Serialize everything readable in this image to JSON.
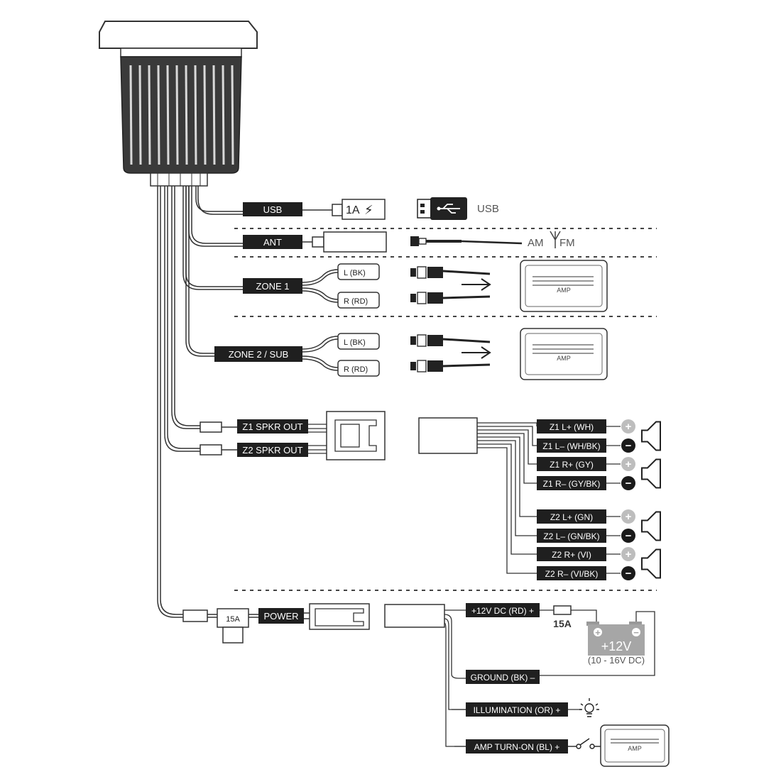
{
  "connectors": {
    "usb": "USB",
    "ant": "ANT",
    "zone1": "ZONE 1",
    "zone2": "ZONE 2 / SUB",
    "z1_spkr": "Z1 SPKR OUT",
    "z2_spkr": "Z2 SPKR OUT",
    "power": "POWER"
  },
  "usb": {
    "rating": "1A",
    "device_label": "USB"
  },
  "antenna": {
    "am": "AM",
    "fm": "FM"
  },
  "rca": {
    "left": "L (BK)",
    "right": "R (RD)"
  },
  "amp_label": "AMP",
  "speaker_wires": [
    {
      "label": "Z1 L+ (WH)",
      "polarity": "+"
    },
    {
      "label": "Z1 L– (WH/BK)",
      "polarity": "−"
    },
    {
      "label": "Z1 R+ (GY)",
      "polarity": "+"
    },
    {
      "label": "Z1 R– (GY/BK)",
      "polarity": "−"
    },
    {
      "label": "Z2 L+ (GN)",
      "polarity": "+"
    },
    {
      "label": "Z2 L– (GN/BK)",
      "polarity": "−"
    },
    {
      "label": "Z2 R+ (VI)",
      "polarity": "+"
    },
    {
      "label": "Z2 R– (VI/BK)",
      "polarity": "−"
    }
  ],
  "fuse": {
    "inline": "15A",
    "blade": "15A"
  },
  "power_wires": {
    "plus12": "+12V DC (RD) +",
    "ground": "GROUND (BK) –",
    "illumination": "ILLUMINATION (OR) +",
    "amp_turn_on": "AMP TURN-ON (BL) +"
  },
  "battery": {
    "voltage": "+12V",
    "range": "(10 - 16V DC)",
    "plus": "+",
    "minus": "−"
  }
}
